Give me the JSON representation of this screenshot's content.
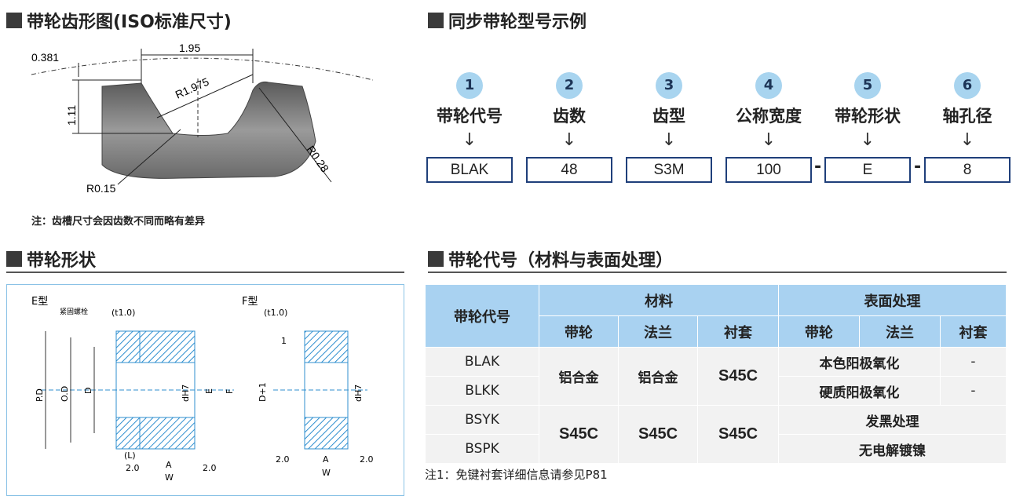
{
  "sections": {
    "tooth_profile": "带轮齿形图(ISO标准尺寸)",
    "model_example": "同步带轮型号示例",
    "shape": "带轮形状",
    "code_material": "带轮代号（材料与表面处理）"
  },
  "tooth_diagram": {
    "dim_top": "1.95",
    "dim_left_top": "0.381",
    "dim_height": "1.11",
    "radius_main": "R1.975",
    "radius_right": "R0.28",
    "radius_bottom": "R0.15",
    "note": "注：齿槽尺寸会因齿数不同而略有差异"
  },
  "model_steps": [
    {
      "num": "1",
      "label": "带轮代号",
      "code": "BLAK"
    },
    {
      "num": "2",
      "label": "齿数",
      "code": "48"
    },
    {
      "num": "3",
      "label": "齿型",
      "code": "S3M"
    },
    {
      "num": "4",
      "label": "公称宽度",
      "code": "100"
    },
    {
      "num": "5",
      "label": "带轮形状",
      "code": "E"
    },
    {
      "num": "6",
      "label": "轴孔径",
      "code": "8"
    }
  ],
  "arrow_glyph": "↓",
  "dash": "-",
  "shape_diagram": {
    "e_label": "E型",
    "f_label": "F型",
    "screw_label": "紧固螺栓",
    "t_label": "(t1.0)",
    "pd": "P.D",
    "od": "O.D",
    "d": "D",
    "dh7": "dH7",
    "e": "E",
    "f": "F",
    "d1": "D+1",
    "l": "(L)",
    "two": "2.0",
    "one": "1",
    "a": "A",
    "w": "W"
  },
  "table": {
    "headers": {
      "code": "带轮代号",
      "material": "材料",
      "surface": "表面处理",
      "pulley": "带轮",
      "flange": "法兰",
      "sleeve": "衬套"
    },
    "codes": [
      "BLAK",
      "BLKK",
      "BSYK",
      "BSPK"
    ],
    "al_alloy": "铝合金",
    "s45c": "S45C",
    "anodize_natural": "本色阳极氧化",
    "anodize_hard": "硬质阳极氧化",
    "dash": "-",
    "black_oxide": "发黑处理",
    "nickel": "无电解镀镍",
    "note": "注1：免键衬套详细信息请参见P81"
  },
  "colors": {
    "accent": "#a9d2f1",
    "step_circle": "#a8d4ef",
    "box_border": "#1f3f7a",
    "hatch": "#2f8fcf"
  }
}
